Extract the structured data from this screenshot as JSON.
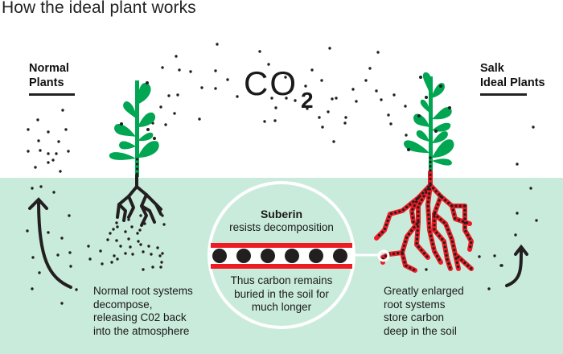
{
  "title": "How the ideal plant works",
  "molecule": {
    "main": "CO",
    "subscript": "2"
  },
  "left_label": {
    "line1": "Normal",
    "line2": "Plants"
  },
  "right_label": {
    "line1": "Salk",
    "line2": "Ideal Plants"
  },
  "left_caption": [
    "Normal root systems",
    "decompose,",
    "releasing C02 back",
    "into the atmosphere"
  ],
  "right_caption": [
    "Greatly enlarged",
    "root systems",
    "store carbon",
    "deep in the soil"
  ],
  "callout": {
    "heading": "Suberin",
    "subheading": "resists decomposition",
    "body": [
      "Thus carbon remains",
      "buried in the soil for",
      "much longer"
    ]
  },
  "colors": {
    "ground": "#c9ebdc",
    "leaf": "#00a651",
    "root_dark": "#231f20",
    "suberin_red": "#ed1c24"
  }
}
